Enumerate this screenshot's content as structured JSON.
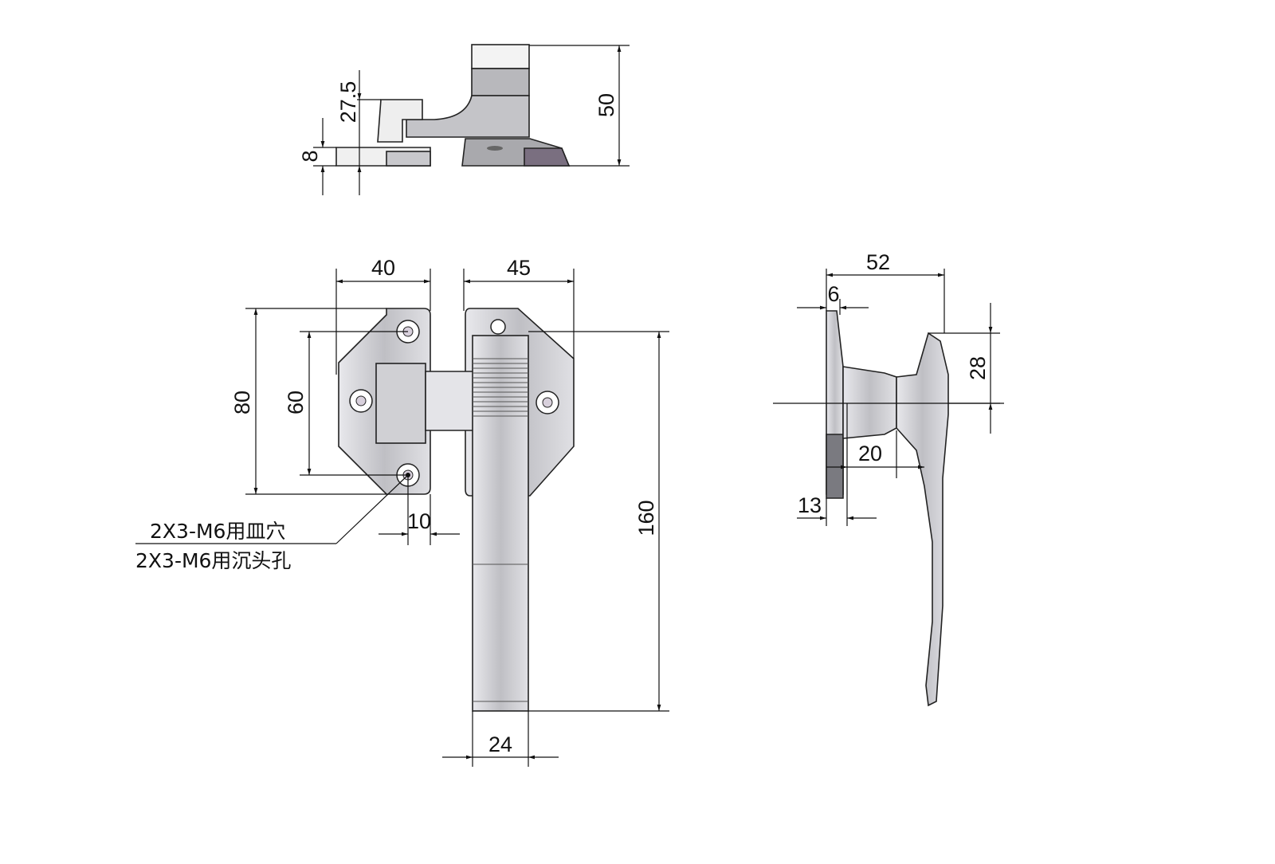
{
  "drawing": {
    "top_view": {
      "height_total": "50",
      "handle_height": "27.5",
      "base_height": "8"
    },
    "front_view": {
      "base_width": "40",
      "latch_width": "45",
      "base_height": "80",
      "hole_spacing": "60",
      "hole_offset": "10",
      "handle_length": "160",
      "handle_width": "24",
      "note_line_1": "2X3-M6用皿穴",
      "note_line_2": "2X3-M6用沉头孔"
    },
    "side_view": {
      "overall_depth": "52",
      "plate_thickness": "6",
      "grip_height": "28",
      "neck_length": "20",
      "base_offset": "13"
    }
  },
  "colors": {
    "part_fill": "#c8c8cc",
    "dark_fill": "#7a6f80",
    "line": "#111111"
  }
}
